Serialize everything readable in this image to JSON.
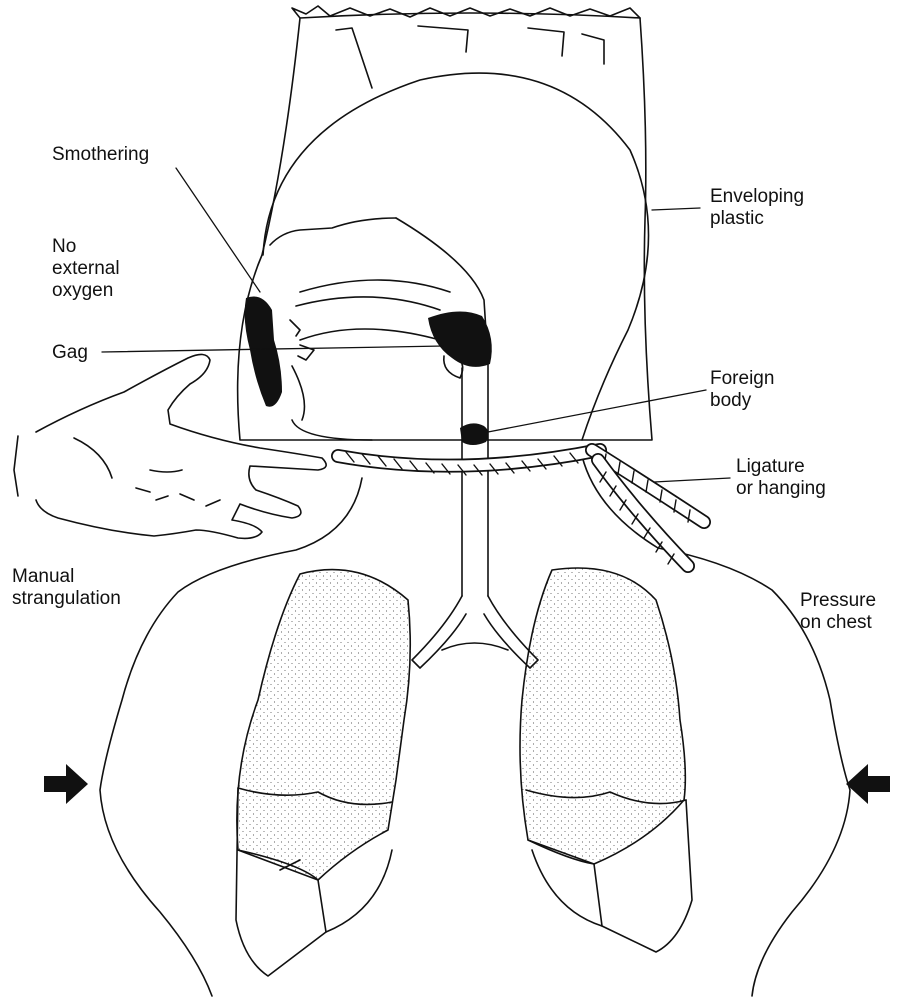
{
  "labels": {
    "smothering": "Smothering",
    "no_external_oxygen": [
      "No",
      "external",
      "oxygen"
    ],
    "gag": "Gag",
    "enveloping_plastic": [
      "Enveloping",
      "plastic"
    ],
    "foreign_body": [
      "Foreign",
      "body"
    ],
    "ligature": [
      "Ligature",
      "or hanging"
    ],
    "manual_strangulation": [
      "Manual",
      "strangulation"
    ],
    "pressure_on_chest": [
      "Pressure",
      "on chest"
    ]
  },
  "colors": {
    "ink": "#111111",
    "paper": "#ffffff"
  },
  "icons": [
    "left-arrow-icon",
    "right-arrow-icon",
    "hand-icon",
    "rope-icon"
  ]
}
